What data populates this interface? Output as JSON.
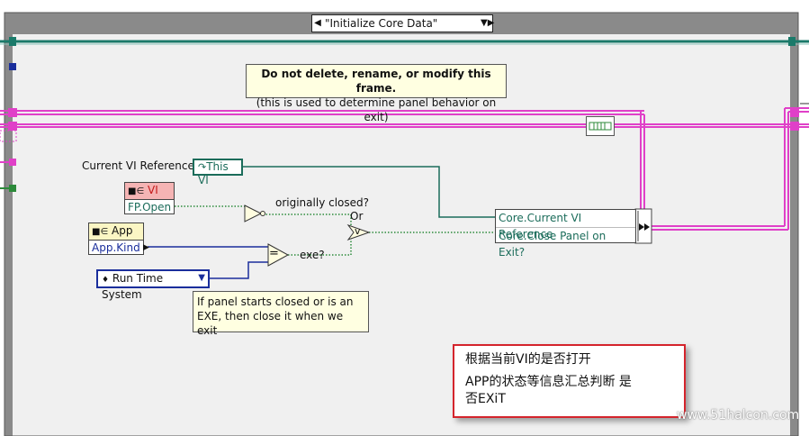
{
  "case_selector": {
    "value": "\"Initialize Core Data\"",
    "left_arrow_icon": "triangle-left",
    "right_arrow_icon": "triangle-right-down"
  },
  "frame_note": {
    "line1": "Do not delete, rename, or modify this frame.",
    "line2": "(this is used to determine panel behavior on exit)"
  },
  "labels": {
    "current_vi_reference": "Current VI Reference",
    "originally_closed": "originally closed?",
    "or": "Or",
    "exe": "exe?"
  },
  "this_vi_constant": "This VI",
  "vi_property_node": {
    "header": "VI",
    "property": "FP.Open"
  },
  "app_property_node": {
    "header": "App",
    "property": "App.Kind"
  },
  "enum_constant": {
    "value": "Run Time System"
  },
  "comment_note": {
    "line1": "If panel starts closed or is an",
    "line2": "EXE, then close it when we exit"
  },
  "bundle_by_name": {
    "items": [
      "Core.Current VI Reference",
      "Core.Close Panel on Exit?"
    ]
  },
  "primitives": {
    "not_symbol": "",
    "equal_symbol": "=",
    "or_symbol": "v"
  },
  "annotation_box": {
    "line1": "根据当前VI的是否打开",
    "line2": "APP的状态等信息汇总判断 是",
    "line3": "否EXiT"
  },
  "watermark": "www.51halcon.com",
  "colors": {
    "frame_border": "#7a7a7a",
    "diagram_bg": "#f0f0f0",
    "pink_wire": "#e040c8",
    "teal_wire": "#1b7a6a",
    "blue_wire": "#1a2e9c",
    "green_wire": "#2c8a3a",
    "annotation_border": "#d4242c"
  }
}
